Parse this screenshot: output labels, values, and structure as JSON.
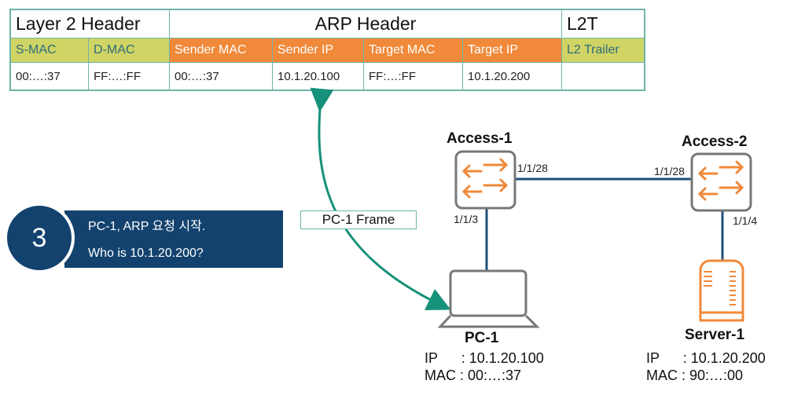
{
  "frame_table": {
    "groups": [
      {
        "label": "Layer 2 Header"
      },
      {
        "label": "ARP Header"
      },
      {
        "label": "L2T"
      }
    ],
    "fields": [
      {
        "label": "S-MAC",
        "value": "00:…:37"
      },
      {
        "label": "D-MAC",
        "value": "FF:…:FF"
      },
      {
        "label": "Sender MAC",
        "value": "00:…:37"
      },
      {
        "label": "Sender IP",
        "value": "10.1.20.100"
      },
      {
        "label": "Target MAC",
        "value": "FF:…:FF"
      },
      {
        "label": "Target IP",
        "value": "10.1.20.200"
      },
      {
        "label": "L2 Trailer",
        "value": ""
      }
    ]
  },
  "step": {
    "number": "3",
    "line1": "PC-1, ARP 요청 시작.",
    "line2": "Who is 10.1.20.200?"
  },
  "frame_label": "PC-1 Frame",
  "devices": {
    "access1": {
      "name": "Access-1",
      "port_uplink": "1/1/28",
      "port_down": "1/1/3"
    },
    "access2": {
      "name": "Access-2",
      "port_uplink": "1/1/28",
      "port_down": "1/1/4"
    },
    "pc1": {
      "name": "PC-1",
      "ip_line": "IP      : 10.1.20.100",
      "mac_line": "MAC : 00:…:37"
    },
    "server1": {
      "name": "Server-1",
      "ip_line": "IP      : 10.1.20.200",
      "mac_line": "MAC : 90:…:00"
    }
  },
  "colors": {
    "l2_fill": "#cfd464",
    "arp_fill": "#f0893a",
    "border": "#6fb4a7",
    "link": "#1f4e79",
    "arrow": "#16917a",
    "step_fill": "#13426e",
    "device_orange": "#f0893a"
  }
}
